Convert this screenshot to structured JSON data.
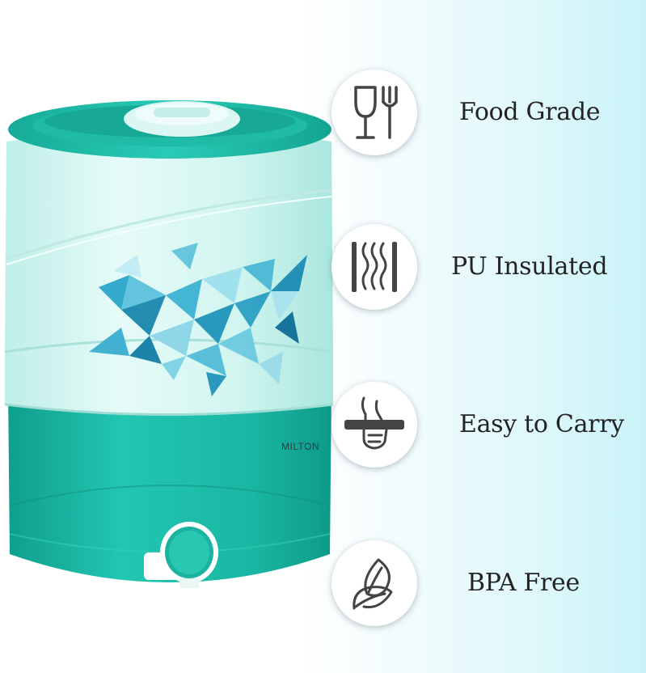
{
  "product": {
    "brand": "MILTON",
    "tap_brand": "MILTON",
    "colors": {
      "body_dark": "#1bb9a6",
      "body_light": "#d6f6f2",
      "accent": "#13a592"
    }
  },
  "features": [
    {
      "label": "Food Grade",
      "icon": "glass-fork-icon"
    },
    {
      "label": "PU Insulated",
      "icon": "heat-waves-icon"
    },
    {
      "label": "Easy to Carry",
      "icon": "hand-grip-icon"
    },
    {
      "label": "BPA Free",
      "icon": "leaf-icon"
    }
  ]
}
